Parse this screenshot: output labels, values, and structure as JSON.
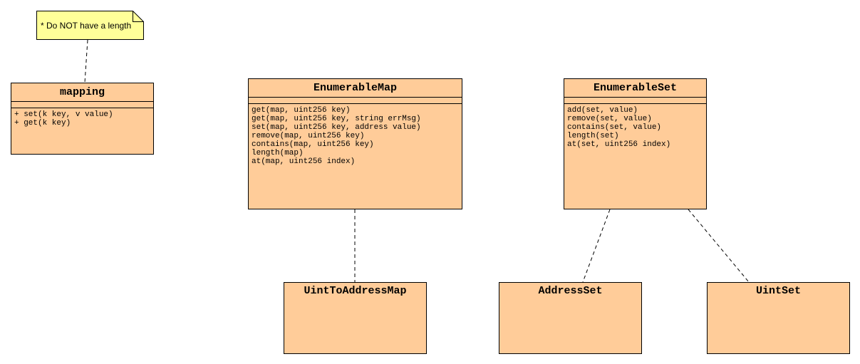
{
  "note": {
    "text": "* Do NOT have a length"
  },
  "classes": {
    "mapping": {
      "name": "mapping",
      "operations": [
        "+ set(k key, v value)",
        "+ get(k key)"
      ]
    },
    "enumerable_map": {
      "name": "EnumerableMap",
      "operations": [
        "get(map, uint256 key)",
        "get(map, uint256 key, string errMsg)",
        "set(map, uint256 key, address value)",
        "remove(map, uint256 key)",
        "contains(map, uint256 key)",
        "length(map)",
        "at(map, uint256 index)"
      ]
    },
    "enumerable_set": {
      "name": "EnumerableSet",
      "operations": [
        "add(set, value)",
        "remove(set, value)",
        "contains(set, value)",
        "length(set)",
        "at(set, uint256 index)"
      ]
    },
    "uint_to_address_map": {
      "name": "UintToAddressMap"
    },
    "address_set": {
      "name": "AddressSet"
    },
    "uint_set": {
      "name": "UintSet"
    }
  },
  "colors": {
    "class_fill": "#ffcc99",
    "note_fill": "#ffff99",
    "line": "#000000"
  }
}
